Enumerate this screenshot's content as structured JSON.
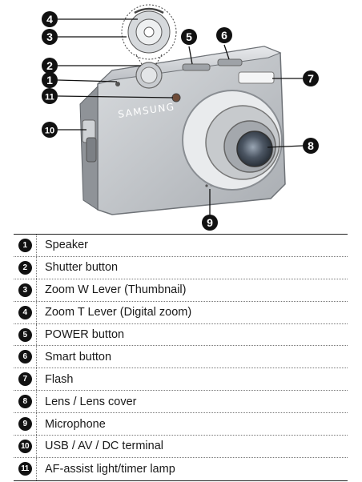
{
  "brand": "SAMSUNG",
  "callouts": [
    "4",
    "3",
    "5",
    "6",
    "2",
    "1",
    "7",
    "11",
    "10",
    "8",
    "9"
  ],
  "parts": [
    {
      "num": "1",
      "label": "Speaker"
    },
    {
      "num": "2",
      "label": "Shutter button"
    },
    {
      "num": "3",
      "label": "Zoom W Lever (Thumbnail)"
    },
    {
      "num": "4",
      "label": "Zoom T Lever (Digital zoom)"
    },
    {
      "num": "5",
      "label": "POWER button"
    },
    {
      "num": "6",
      "label": "Smart button"
    },
    {
      "num": "7",
      "label": "Flash"
    },
    {
      "num": "8",
      "label": "Lens / Lens cover"
    },
    {
      "num": "9",
      "label": "Microphone"
    },
    {
      "num": "10",
      "label": "USB / AV / DC terminal"
    },
    {
      "num": "11",
      "label": "AF-assist light/timer lamp"
    }
  ],
  "colors": {
    "ink": "#111111",
    "body": "#bfc3c7",
    "body_dark": "#9a9ea3",
    "lens": "#5b6470"
  }
}
